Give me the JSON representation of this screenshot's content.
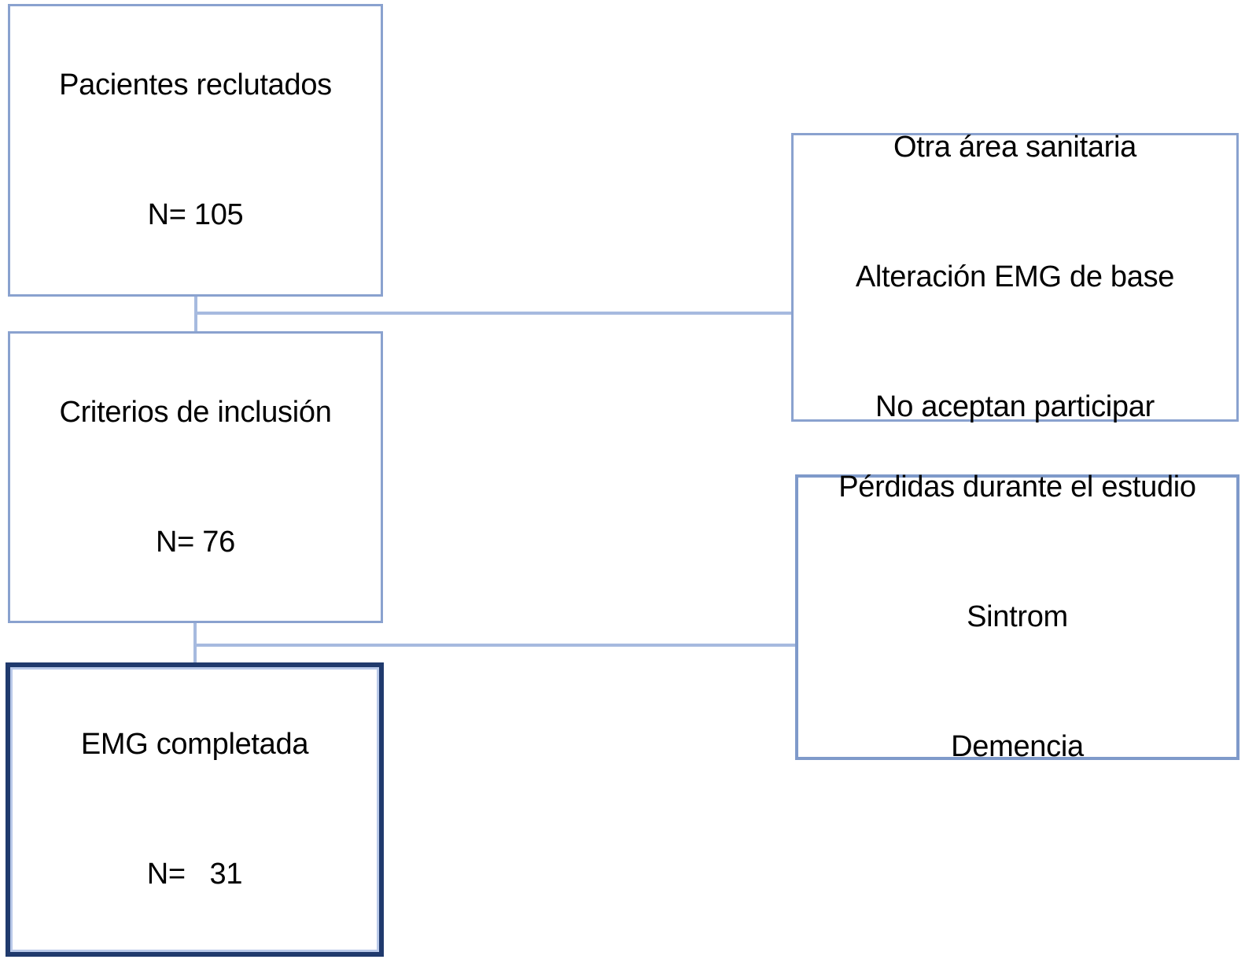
{
  "diagram": {
    "type": "flowchart",
    "language": "es",
    "colors": {
      "background": "#ffffff",
      "box_border_light_blue": "#8aa2cf",
      "box_border_dark_navy": "#203a6d",
      "connector_blue": "#a6badf",
      "text": "#000000"
    },
    "boxes": {
      "reclutados": {
        "lines": [
          "Pacientes reclutados",
          "N= 105"
        ],
        "n_value": 105
      },
      "inclusion": {
        "lines": [
          "Criterios de inclusión",
          "N= 76"
        ],
        "n_value": 76
      },
      "emg": {
        "lines": [
          "EMG completada",
          "N=   31"
        ],
        "n_value": 31
      },
      "exclusiones": {
        "lines": [
          "Otra área sanitaria",
          "Alteración EMG de base",
          "No aceptan participar"
        ]
      },
      "perdidas": {
        "lines": [
          "Pérdidas durante el estudio",
          "Sintrom",
          "Demencia"
        ]
      }
    },
    "connections": [
      {
        "from": "reclutados",
        "to": "inclusion",
        "branch_to": "exclusiones"
      },
      {
        "from": "inclusion",
        "to": "emg",
        "branch_to": "perdidas"
      }
    ]
  }
}
